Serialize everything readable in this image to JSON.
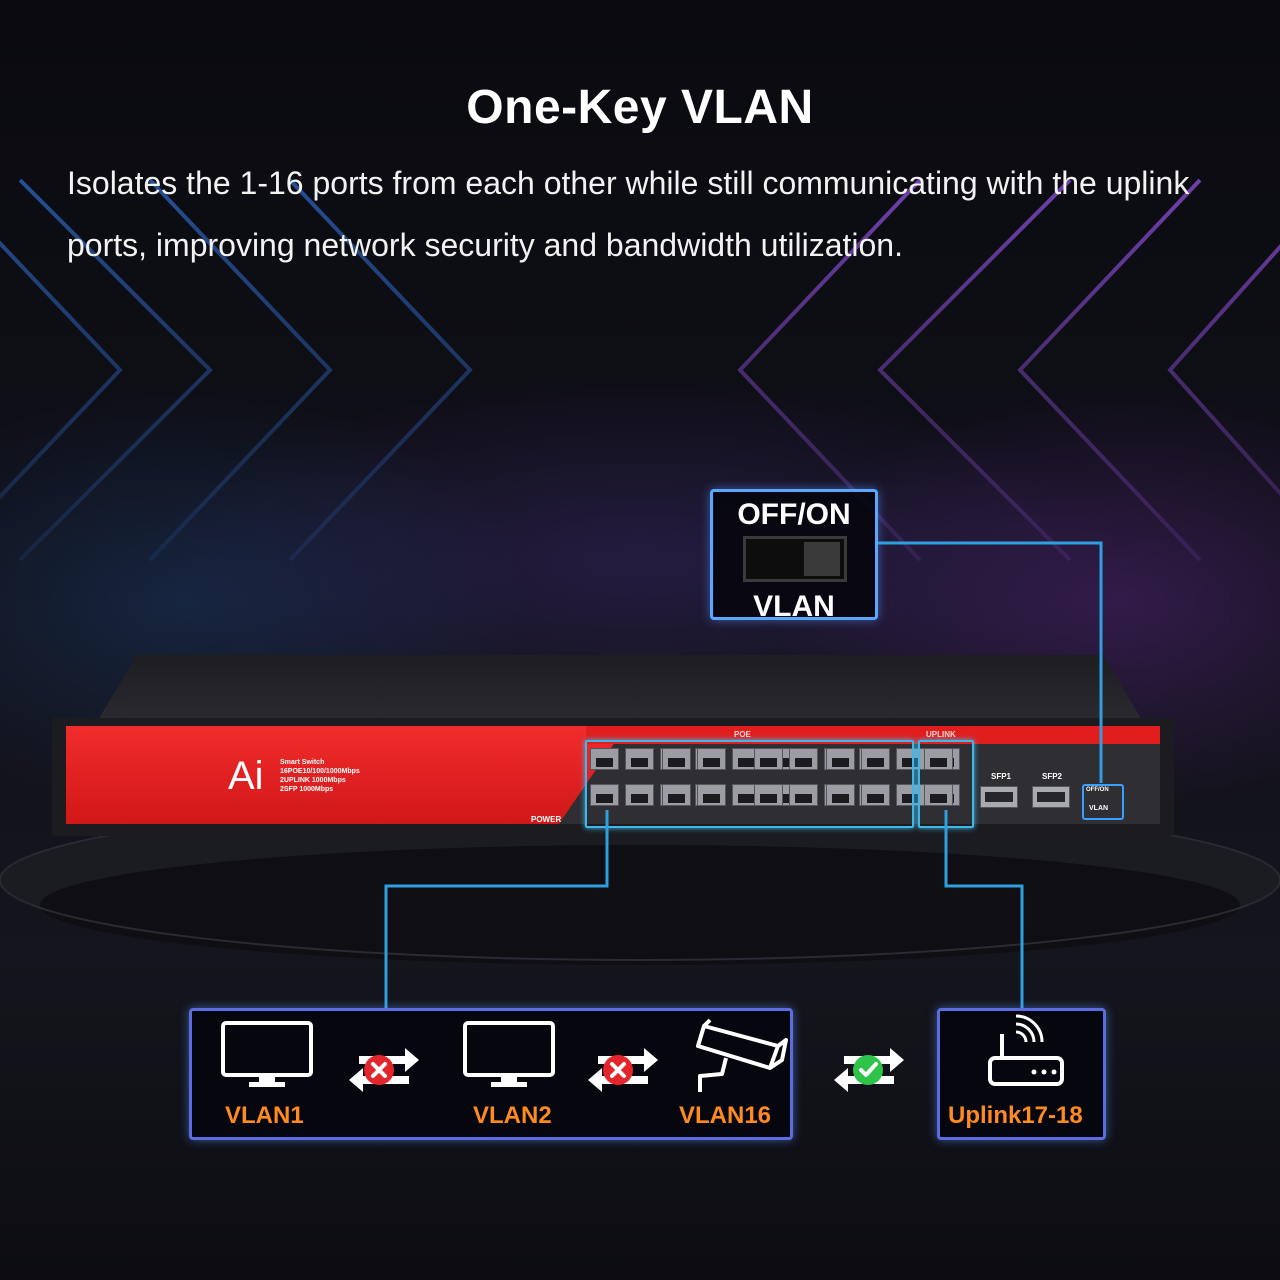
{
  "headline": "One-Key VLAN",
  "description": "Isolates the 1-16 ports from each other while still communicating with the uplink ports, improving network security and bandwidth utilization.",
  "switch": {
    "brand": "Ai",
    "specs": [
      "Smart Switch",
      "16POE10/100/1000Mbps",
      "2UPLINK 1000Mbps",
      "2SFP 1000Mbps"
    ],
    "poe_label": "POE",
    "uplink_label": "UPLINK",
    "power_label": "POWER",
    "sfp1_label": "SFP1",
    "sfp2_label": "SFP2",
    "vlan_switch_top": "OFF/ON",
    "vlan_switch_bottom": "VLAN"
  },
  "zoom_box": {
    "top": "OFF/ON",
    "bottom": "VLAN"
  },
  "vlans": [
    {
      "label": "VLAN1",
      "icon": "monitor-icon",
      "status_icon": "blocked-icon"
    },
    {
      "label": "VLAN2",
      "icon": "monitor-icon",
      "status_icon": "blocked-icon"
    },
    {
      "label": "VLAN16",
      "icon": "camera-icon",
      "status_icon": "allowed-icon"
    }
  ],
  "uplink": {
    "label": "Uplink17-18",
    "icon": "router-icon"
  },
  "colors": {
    "accent_line": "#2f9fe0",
    "label": "#ff8a1e",
    "blocked": "#e3262c",
    "allowed": "#2ec44a",
    "switch_red": "#e11d1d"
  }
}
